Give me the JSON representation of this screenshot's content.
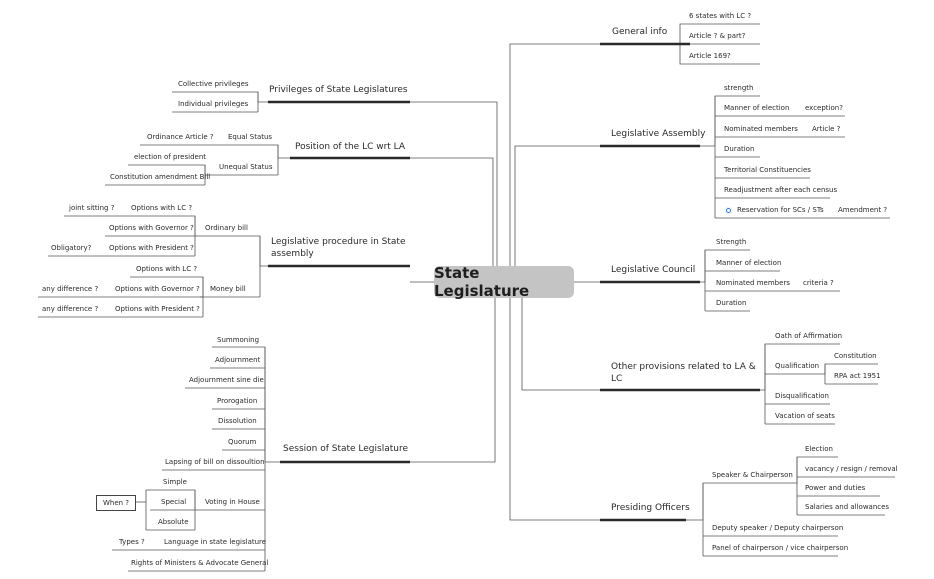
{
  "central": "State Legislature",
  "right": {
    "general_info": {
      "title": "General info",
      "items": [
        "6 states with LC ?",
        "Article ? & part?",
        "Article 169?"
      ]
    },
    "legislative_assembly": {
      "title": "Legislative Assembly",
      "items": [
        "strength",
        "Manner of election",
        "Nominated members",
        "Duration",
        "Territorial Constituencies",
        "Readjustment after each census",
        "Reservation for SCs / STs"
      ],
      "sub": {
        "exception": "exception?",
        "article": "Article ?",
        "amendment": "Amendment ?"
      }
    },
    "legislative_council": {
      "title": "Legislative Council",
      "items": [
        "Strength",
        "Manner of election",
        "Nominated members",
        "Duration"
      ],
      "sub": {
        "criteria": "criteria ?"
      }
    },
    "other_provisions": {
      "title_line1": "Other provisions related to LA &",
      "title_line2": "LC",
      "items": [
        "Oath of Affirmation",
        "Qualification",
        "Disqualification",
        "Vacation of seats"
      ],
      "qualification_sub": [
        "Constitution",
        "RPA act 1951"
      ]
    },
    "presiding_officers": {
      "title": "Presiding Officers",
      "speaker": "Speaker & Chairperson",
      "speaker_sub": [
        "Election",
        "vacancy / resign / removal",
        "Power and duties",
        "Salaries and allowances"
      ],
      "deputy": "Deputy speaker / Deputy chairperson",
      "panel": "Panel of chairperson / vice chairperson"
    }
  },
  "left": {
    "privileges": {
      "title": "Privileges of State Legislatures",
      "items": [
        "Collective privileges",
        "Individual privileges"
      ]
    },
    "position": {
      "title": "Position of the LC wrt LA",
      "equal": "Equal Status",
      "equal_sub": [
        "Ordinance Article ?"
      ],
      "unequal": "Unequal Status",
      "unequal_sub": [
        "election of president",
        "Constitution amendment Bill"
      ]
    },
    "procedure": {
      "title_line1": "Legislative procedure in State",
      "title_line2": "assembly",
      "ordinary": "Ordinary bill",
      "ordinary_sub": [
        "Options with LC ?",
        "Options with Governor ?",
        "Options with President ?"
      ],
      "ordinary_notes": {
        "joint": "joint sitting ?",
        "obligatory": "Obligatory?"
      },
      "money": "Money bill",
      "money_sub": [
        "Options with LC ?",
        "Options with Governor ?",
        "Options with President ?"
      ],
      "money_notes": [
        "any difference ?",
        "any difference ?"
      ]
    },
    "session": {
      "title": "Session of State Legislature",
      "items": [
        "Summoning",
        "Adjournment",
        "Adjournment sine die",
        "Prorogation",
        "Dissolution",
        "Quorum",
        "Lapsing of bill on dissoultion"
      ],
      "voting": "Voting in House",
      "voting_sub": [
        "Simple",
        "Special",
        "Absolute"
      ],
      "when": "When ?",
      "language": "Language in state legislature",
      "types": "Types ?",
      "rights": "Rights of Ministers & Advocate General"
    }
  }
}
